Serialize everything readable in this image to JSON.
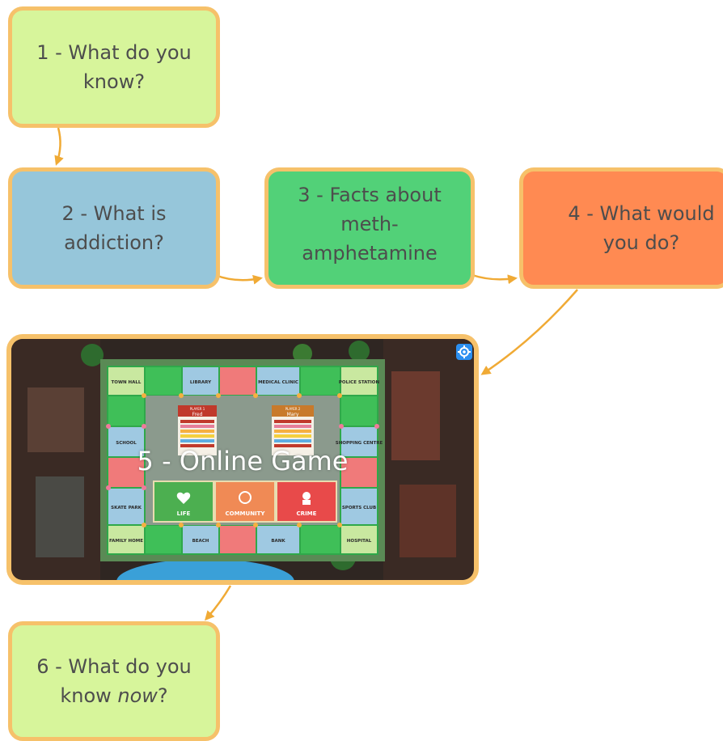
{
  "nodes": {
    "n1": "1 - What do you know?",
    "n2": "2 - What is addiction?",
    "n3": "3 - Facts about meth-amphetamine",
    "n4": "4 - What would you do?",
    "n5": "5 - Online Game",
    "n6_prefix": "6 - What do you know ",
    "n6_emph": "now",
    "n6_suffix": "?"
  },
  "board": {
    "tiles": [
      "TOWN HALL",
      "LIBRARY",
      "MEDICAL CLINIC",
      "POLICE STATION",
      "SCHOOL",
      "SHOPPING CENTRE",
      "SKATE PARK",
      "SPORTS CLUB",
      "FAMILY HOME",
      "BEACH",
      "BANK",
      "HOSPITAL"
    ],
    "players": [
      {
        "tag": "PLAYER 1",
        "name": "Fred"
      },
      {
        "tag": "PLAYER 2",
        "name": "Mary"
      }
    ],
    "cards": [
      "LIFE",
      "COMMUNITY",
      "CRIME"
    ]
  },
  "colors": {
    "border": "#f6c16a",
    "arrow": "#f0aa35",
    "n1": "#d7f59b",
    "n2": "#96c6da",
    "n3": "#52d178",
    "n4": "#ff8a52",
    "settings": "#2b8ff0"
  },
  "icons": [
    "gear-icon"
  ]
}
